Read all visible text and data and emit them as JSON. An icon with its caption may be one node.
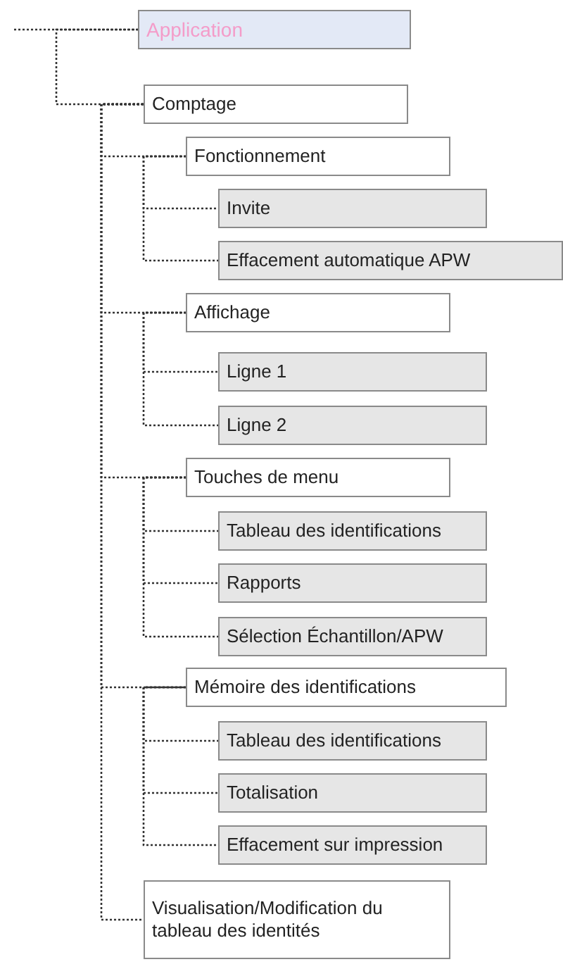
{
  "diagram": {
    "nodes": [
      {
        "text": [
          "Application"
        ]
      },
      {
        "text": [
          "Comptage"
        ]
      },
      {
        "text": [
          "Fonctionnement"
        ]
      },
      {
        "text": [
          "Invite"
        ]
      },
      {
        "text": [
          "Effacement automatique APW"
        ]
      },
      {
        "text": [
          "Affichage"
        ]
      },
      {
        "text": [
          "Ligne 1"
        ]
      },
      {
        "text": [
          "Ligne 2"
        ]
      },
      {
        "text": [
          "Touches de menu"
        ]
      },
      {
        "text": [
          "Tableau des identifications"
        ]
      },
      {
        "text": [
          "Rapports"
        ]
      },
      {
        "text": [
          "Sélection Échantillon/APW"
        ]
      },
      {
        "text": [
          "Mémoire des identifications"
        ]
      },
      {
        "text": [
          "Tableau des identifications"
        ]
      },
      {
        "text": [
          "Totalisation"
        ]
      },
      {
        "text": [
          "Effacement sur impression"
        ]
      },
      {
        "text": [
          "Visualisation/Modification du tableau des identités"
        ]
      }
    ],
    "edges": [
      {
        "from": null,
        "to": 0,
        "arrow": "none"
      },
      {
        "from": 0,
        "to": 1,
        "arrow": "none"
      },
      {
        "from": 1,
        "to": 2,
        "arrow": "none"
      },
      {
        "from": 2,
        "to": 3,
        "arrow": "none"
      },
      {
        "from": 2,
        "to": 4,
        "arrow": "none"
      },
      {
        "from": 1,
        "to": 5,
        "arrow": "none"
      },
      {
        "from": 5,
        "to": 6,
        "arrow": "none"
      },
      {
        "from": 5,
        "to": 7,
        "arrow": "none"
      },
      {
        "from": 1,
        "to": 8,
        "arrow": "none"
      },
      {
        "from": 8,
        "to": 9,
        "arrow": "none"
      },
      {
        "from": 8,
        "to": 10,
        "arrow": "none"
      },
      {
        "from": 8,
        "to": 11,
        "arrow": "none"
      },
      {
        "from": 1,
        "to": 12,
        "arrow": "none"
      },
      {
        "from": 12,
        "to": 13,
        "arrow": "none"
      },
      {
        "from": 12,
        "to": 14,
        "arrow": "none"
      },
      {
        "from": 12,
        "to": 15,
        "arrow": "none"
      },
      {
        "from": 1,
        "to": 16,
        "arrow": "none"
      }
    ]
  }
}
